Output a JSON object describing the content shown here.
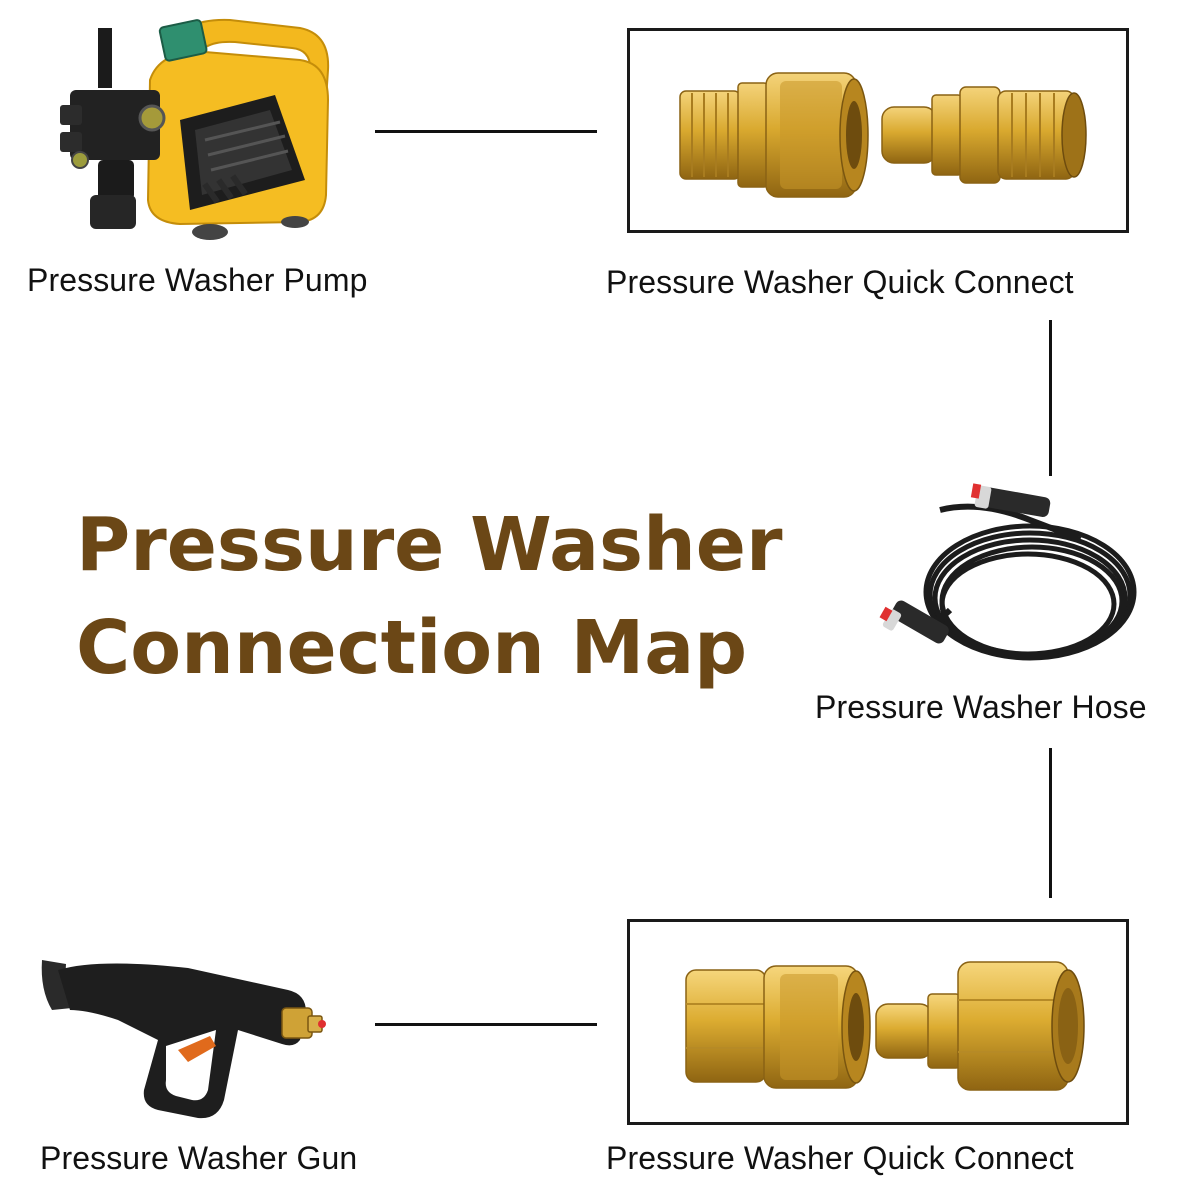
{
  "title": {
    "line1": "Pressure Washer",
    "line2": "Connection Map",
    "color": "#6b4716"
  },
  "nodes": {
    "pump": {
      "label": "Pressure Washer Pump"
    },
    "quick_connect_top": {
      "label": "Pressure Washer Quick Connect"
    },
    "hose": {
      "label": "Pressure Washer Hose"
    },
    "quick_connect_bottom": {
      "label": "Pressure Washer Quick Connect"
    },
    "gun": {
      "label": "Pressure Washer Gun"
    }
  },
  "icons": {
    "pump": "pressure-washer-pump-icon",
    "quick_connect_male": "brass-quick-connect-male-icon",
    "quick_connect_female": "brass-quick-connect-female-icon",
    "hose": "coiled-hose-icon",
    "gun": "spray-gun-icon"
  },
  "colors": {
    "brass": "#d9a92f",
    "pump_yellow": "#f3b81e",
    "line": "#111111"
  }
}
